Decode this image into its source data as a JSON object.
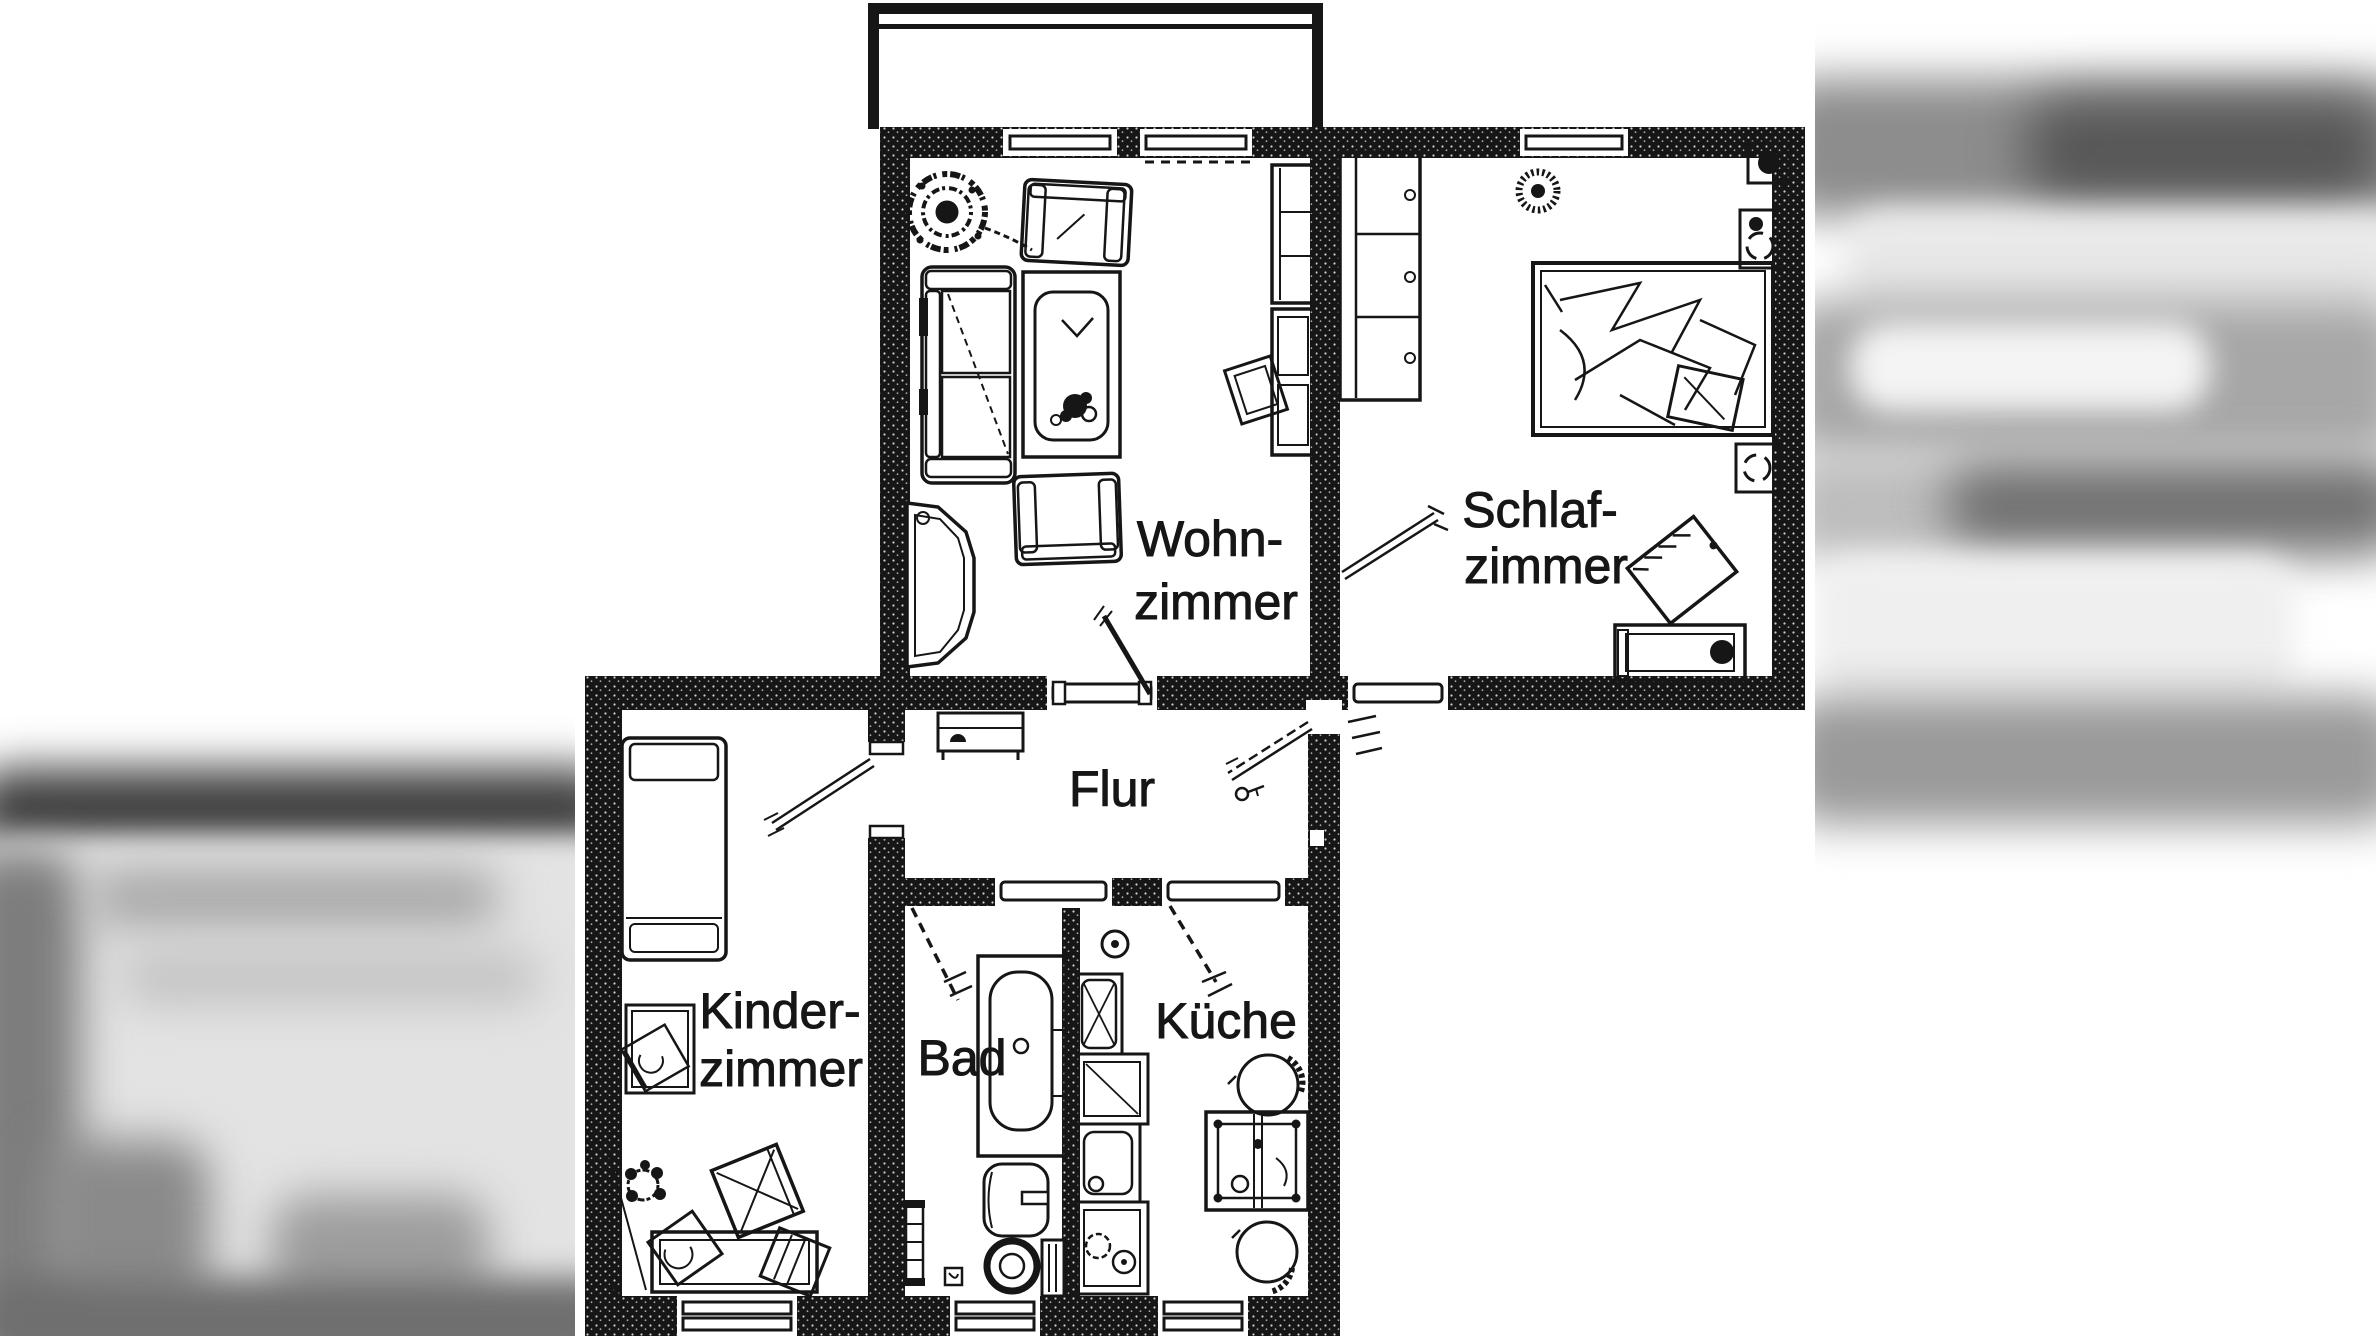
{
  "floorplan": {
    "rooms": {
      "wohnzimmer": {
        "line1": "Wohn-",
        "line2": "zimmer"
      },
      "schlafzimmer": {
        "line1": "Schlaf-",
        "line2": "zimmer"
      },
      "flur": {
        "label": "Flur"
      },
      "kinderzimmer": {
        "line1": "Kinder-",
        "line2": "zimmer"
      },
      "bad": {
        "label": "Bad"
      },
      "kueche": {
        "label": "Küche"
      }
    },
    "colors": {
      "ink": "#161616",
      "paper": "#ffffff"
    }
  }
}
